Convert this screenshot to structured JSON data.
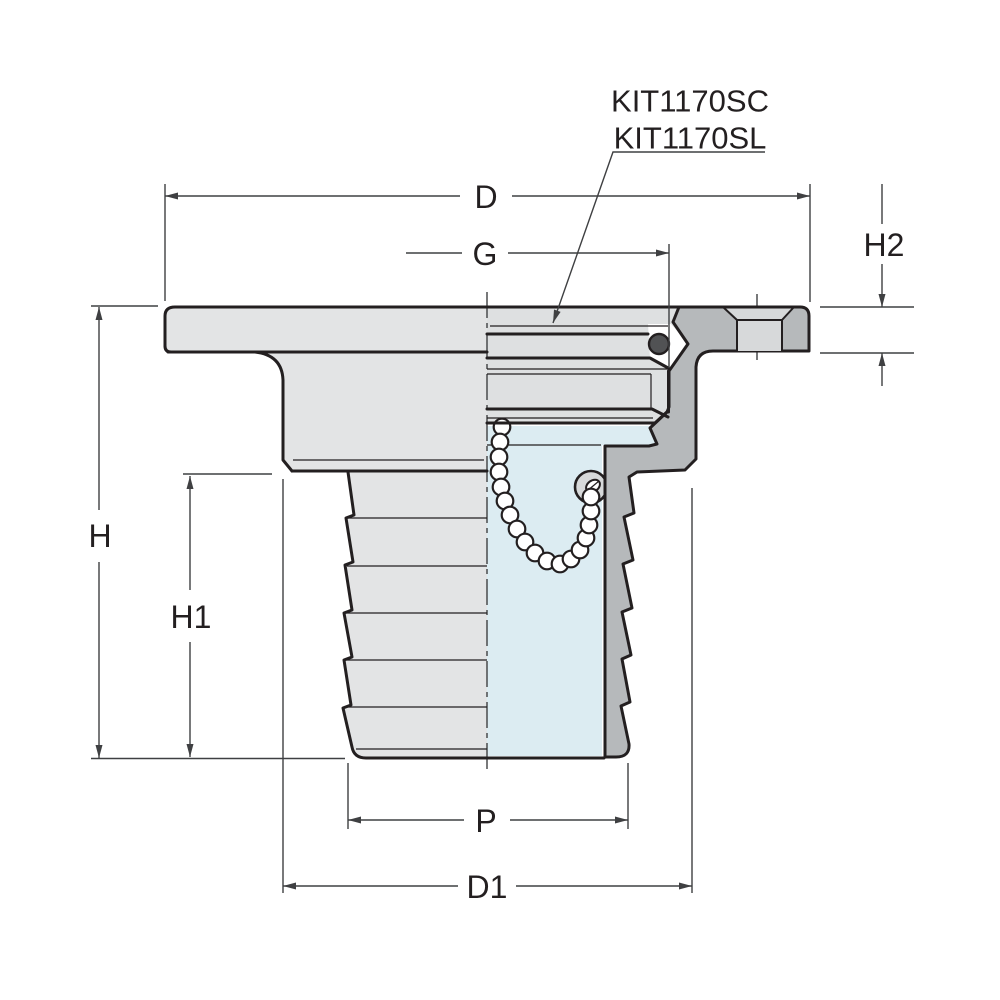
{
  "drawing": {
    "callout": {
      "line1": "KIT1170SC",
      "line2": "KIT1170SL"
    },
    "labels": {
      "d": "D",
      "g": "G",
      "h": "H",
      "h1": "H1",
      "h2": "H2",
      "p": "P",
      "d1": "D1"
    }
  },
  "colors": {
    "body": "#e3e4e5",
    "thread": "#dee0e1",
    "socket": "#b6b9bb",
    "nut_face": "#d7d9da",
    "bore": "#dcecf2",
    "o_ring": "#515254",
    "outline": "#231f20",
    "dim": "#3f4042",
    "bg": "#ffffff"
  }
}
